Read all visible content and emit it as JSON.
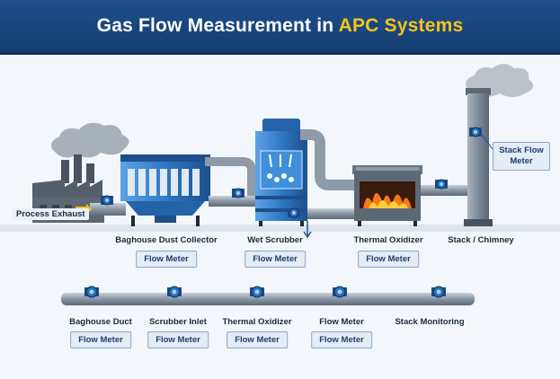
{
  "header": {
    "title_main": "Gas Flow Measurement in ",
    "title_accent": "APC Systems"
  },
  "colors": {
    "header_bg": "#1f4e8c",
    "accent": "#f5c518",
    "meter_blue": "#2a6fb5",
    "equipment_blue": "#2f78c4",
    "fire": "#f27a1a"
  },
  "inlet_label": "Process Exhaust",
  "equipment": [
    {
      "name": "Baghouse Dust Collector",
      "meter": "Flow Meter"
    },
    {
      "name": "Wet Scrubber",
      "meter": "Flow Meter"
    },
    {
      "name": "Thermal Oxidizer",
      "meter": "Flow Meter"
    },
    {
      "name": "Stack / Chimney"
    }
  ],
  "stack_meter": {
    "line1": "Stack Flow",
    "line2": "Meter"
  },
  "duct_points": [
    {
      "name": "Baghouse Duct",
      "meter": "Flow Meter"
    },
    {
      "name": "Scrubber Inlet",
      "meter": "Flow Meter"
    },
    {
      "name": "Thermal Oxidizer",
      "meter": "Flow Meter"
    },
    {
      "name": "Flow Meter",
      "meter": "Flow Meter"
    },
    {
      "name": "Stack Monitoring"
    }
  ]
}
